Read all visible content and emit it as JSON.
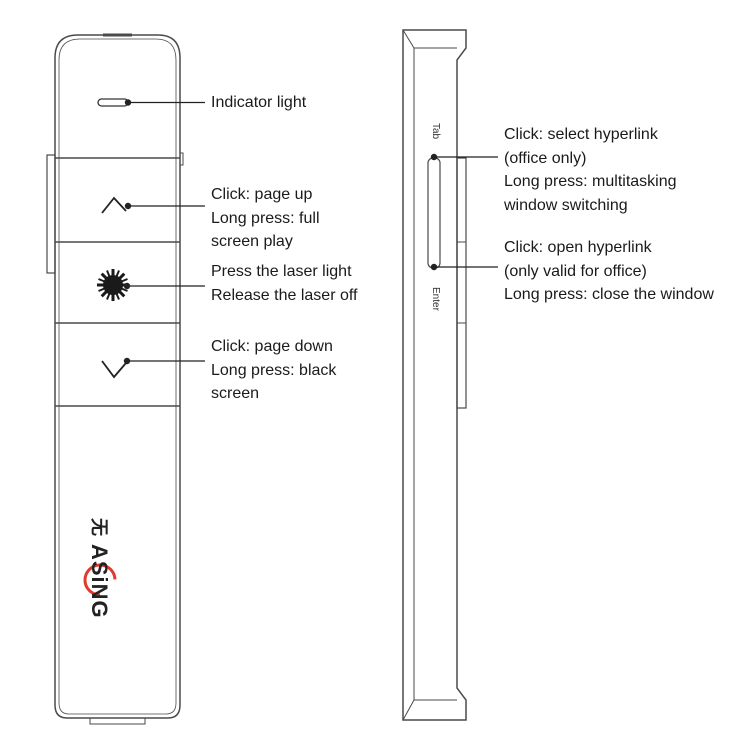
{
  "front": {
    "indicator": {
      "lines": [
        "Indicator light"
      ]
    },
    "page_up": {
      "lines": [
        "Click: page up",
        "Long press: full",
        "screen play"
      ]
    },
    "laser": {
      "lines": [
        "Press the laser light",
        "Release the laser off"
      ]
    },
    "page_down": {
      "lines": [
        "Click: page down",
        "Long press: black",
        "screen"
      ]
    },
    "logo": {
      "brand": "ASiNG",
      "glyph": "无"
    }
  },
  "side": {
    "tab_label": "Tab",
    "enter_label": "Enter",
    "tab": {
      "lines": [
        "Click: select hyperlink",
        "(office only)",
        "Long press: multitasking",
        "window switching"
      ]
    },
    "enter": {
      "lines": [
        "Click: open hyperlink",
        "(only valid for office)",
        "Long press: close the window"
      ]
    }
  },
  "colors": {
    "outline": "#4a4a4a",
    "text": "#1a1a1a",
    "logo_red": "#e03a2e",
    "logo_dark": "#222222"
  }
}
